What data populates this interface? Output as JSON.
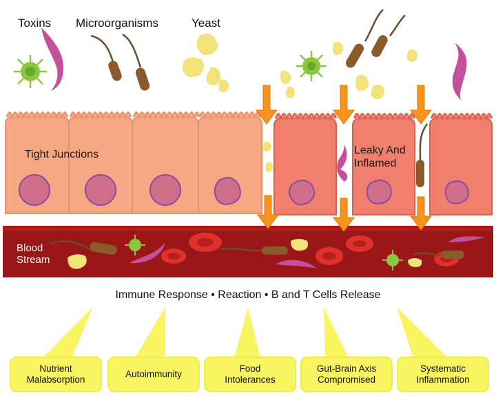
{
  "top_labels": {
    "toxins": "Toxins",
    "microorganisms": "Microorganisms",
    "yeast": "Yeast"
  },
  "cell_labels": {
    "tight_junctions": "Tight Junctions",
    "leaky_line1": "Leaky And",
    "leaky_line2": "Inflamed"
  },
  "blood_stream": {
    "line1": "Blood",
    "line2": "Stream"
  },
  "summary": "Immune Response • Reaction • B and T Cells Release",
  "outcomes": [
    {
      "label": "Nutrient\nMalabsorption"
    },
    {
      "label": "Autoimmunity"
    },
    {
      "label": "Food\nIntolerances"
    },
    {
      "label": "Gut-Brain Axis\nCompromised"
    },
    {
      "label": "Systematic\nInflammation"
    }
  ],
  "colors": {
    "healthy_cell": "#f6a882",
    "inflamed_cell": "#f07f6e",
    "nucleus": "#cf6f8a",
    "blood": "#9b1616",
    "rbc": "#e0302b",
    "arrow": "#f7941d",
    "callout": "#f8f560",
    "toxin": "#c54f9b",
    "microbe_green": "#8cc63f",
    "bacteria": "#8a5a2b",
    "yeast": "#f2e27a"
  }
}
